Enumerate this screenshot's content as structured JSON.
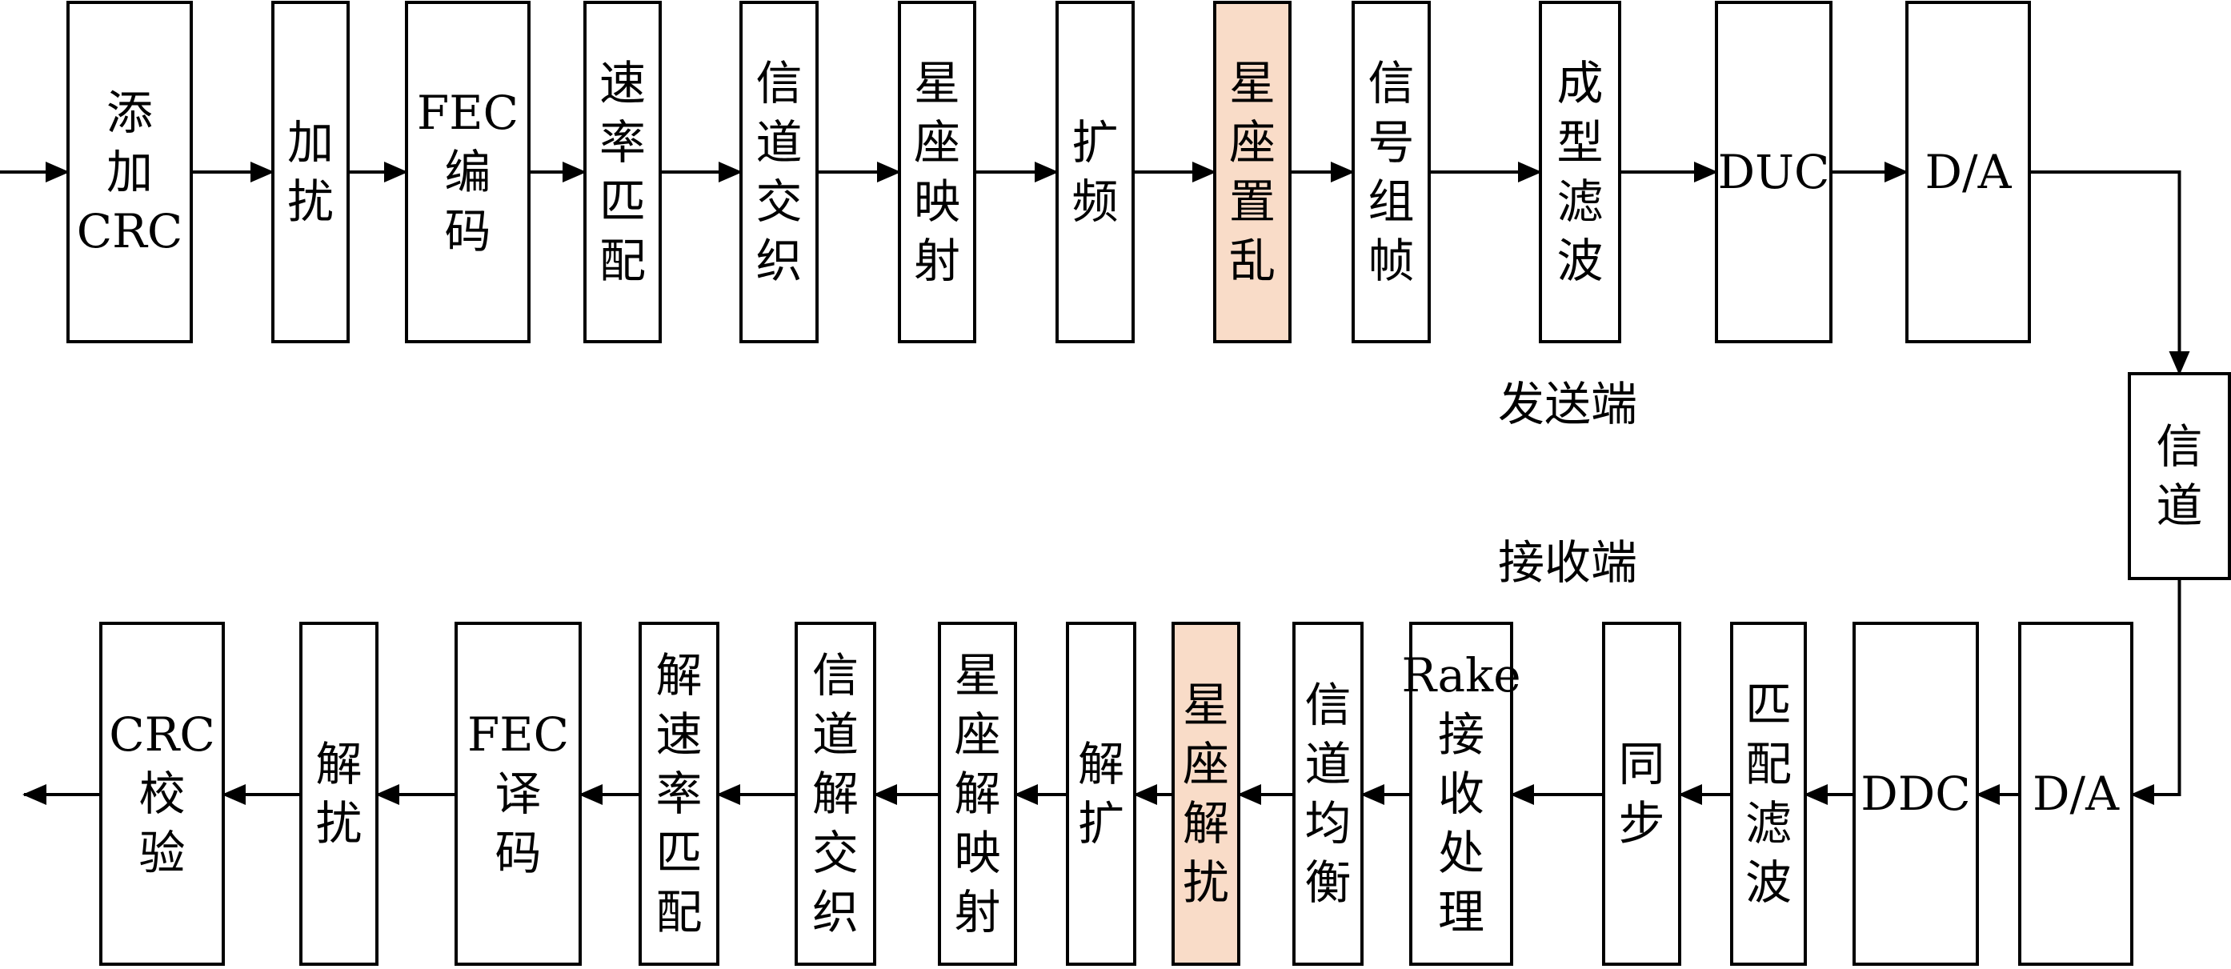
{
  "diagram": {
    "colors": {
      "box": "#ffffff",
      "highlight": "#f9dcc8",
      "line": "#000000"
    },
    "tx_label": "发送端",
    "rx_label": "接收端",
    "tx_blocks": [
      {
        "lines": [
          "添",
          "加",
          "CRC"
        ]
      },
      {
        "lines": [
          "加",
          "扰"
        ]
      },
      {
        "lines": [
          "FEC",
          "编",
          "码"
        ]
      },
      {
        "lines": [
          "速",
          "率",
          "匹",
          "配"
        ]
      },
      {
        "lines": [
          "信",
          "道",
          "交",
          "织"
        ]
      },
      {
        "lines": [
          "星",
          "座",
          "映",
          "射"
        ]
      },
      {
        "lines": [
          "扩",
          "频"
        ]
      },
      {
        "lines": [
          "星",
          "座",
          "置",
          "乱"
        ],
        "highlight": true
      },
      {
        "lines": [
          "信",
          "号",
          "组",
          "帧"
        ]
      },
      {
        "lines": [
          "成",
          "型",
          "滤",
          "波"
        ]
      },
      {
        "lines": [
          "DUC"
        ]
      },
      {
        "lines": [
          "D/A"
        ]
      }
    ],
    "channel": {
      "lines": [
        "信",
        "道"
      ]
    },
    "rx_blocks": [
      {
        "lines": [
          "D/A"
        ]
      },
      {
        "lines": [
          "DDC"
        ]
      },
      {
        "lines": [
          "匹",
          "配",
          "滤",
          "波"
        ]
      },
      {
        "lines": [
          "同",
          "步"
        ]
      },
      {
        "lines": [
          "Rake",
          "接",
          "收",
          "处",
          "理"
        ]
      },
      {
        "lines": [
          "信",
          "道",
          "均",
          "衡"
        ]
      },
      {
        "lines": [
          "星",
          "座",
          "解",
          "扰"
        ],
        "highlight": true
      },
      {
        "lines": [
          "解",
          "扩"
        ]
      },
      {
        "lines": [
          "星",
          "座",
          "解",
          "映",
          "射"
        ]
      },
      {
        "lines": [
          "信",
          "道",
          "解",
          "交",
          "织"
        ]
      },
      {
        "lines": [
          "解",
          "速",
          "率",
          "匹",
          "配"
        ]
      },
      {
        "lines": [
          "FEC",
          "译",
          "码"
        ]
      },
      {
        "lines": [
          "解",
          "扰"
        ]
      },
      {
        "lines": [
          "CRC",
          "校",
          "验"
        ]
      }
    ]
  }
}
